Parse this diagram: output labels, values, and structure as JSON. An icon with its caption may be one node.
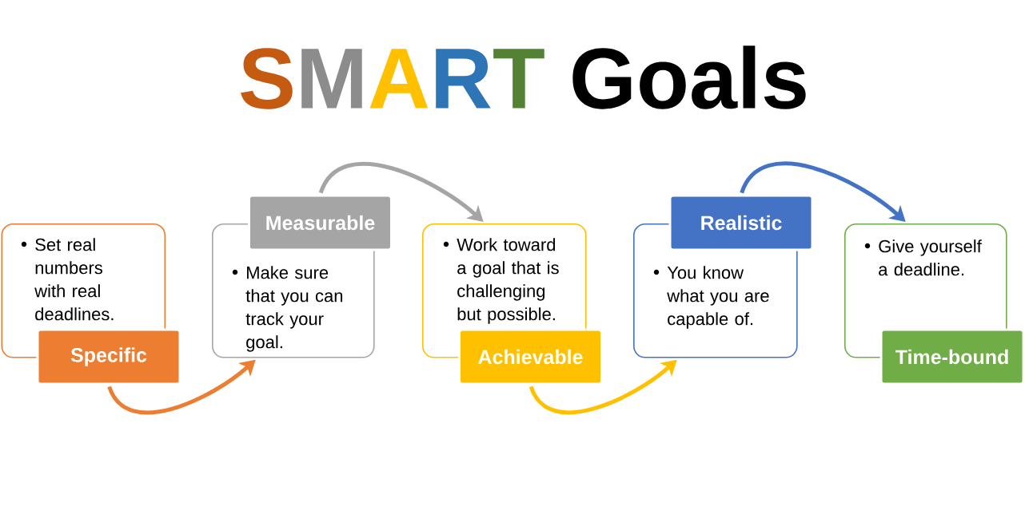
{
  "diagram": {
    "title": "SMART Goals",
    "nodes": [
      {
        "text": [
          "Set real numbers with real deadlines."
        ]
      },
      {
        "text": [
          "Specific"
        ]
      },
      {
        "text": [
          "Make sure that you can track your goal."
        ]
      },
      {
        "text": [
          "Measurable"
        ]
      },
      {
        "text": [
          "Work toward a goal that is challenging but possible."
        ]
      },
      {
        "text": [
          "Achievable"
        ]
      },
      {
        "text": [
          "You know what you are capable of."
        ]
      },
      {
        "text": [
          "Realistic"
        ]
      },
      {
        "text": [
          "Give yourself a deadline."
        ]
      },
      {
        "text": [
          "Time-bound"
        ]
      }
    ],
    "edges": [
      {
        "from": 1,
        "to": 2,
        "arrow": "to",
        "color": "#ed7d31"
      },
      {
        "from": 3,
        "to": 4,
        "arrow": "to",
        "color": "#a5a5a5"
      },
      {
        "from": 5,
        "to": 6,
        "arrow": "to",
        "color": "#ffc000"
      },
      {
        "from": 7,
        "to": 8,
        "arrow": "to",
        "color": "#4472c4"
      }
    ]
  }
}
